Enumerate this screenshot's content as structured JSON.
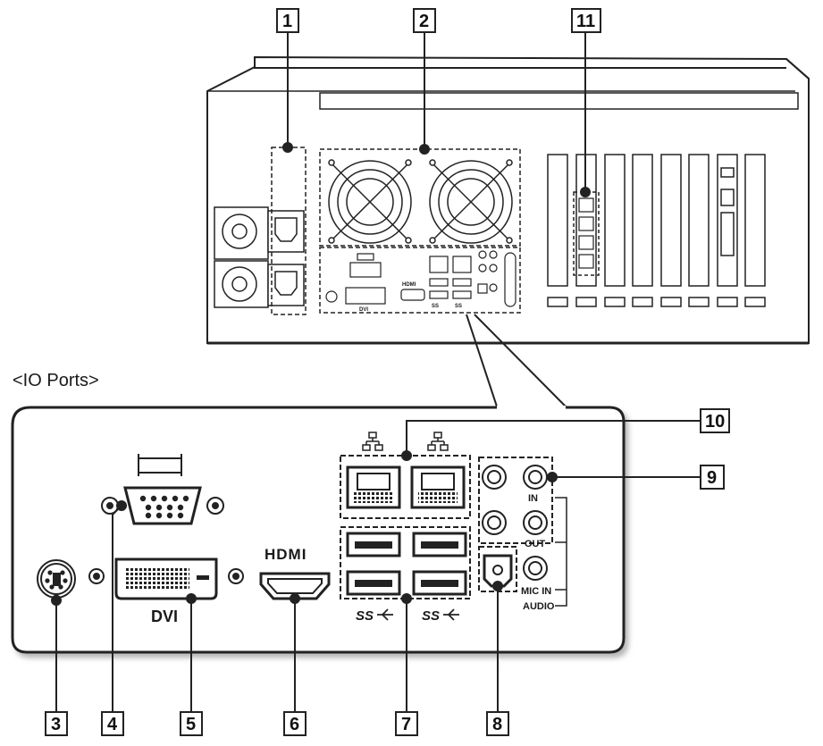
{
  "section_title": "<IO Ports>",
  "callouts": {
    "c1": "1",
    "c2": "2",
    "c3": "3",
    "c4": "4",
    "c5": "5",
    "c6": "6",
    "c7": "7",
    "c8": "8",
    "c9": "9",
    "c10": "10",
    "c11": "11"
  },
  "port_labels": {
    "dvi": "DVI",
    "hdmi_logo": "HDMI",
    "usb_logo_1": "SS",
    "usb_logo_2": "SS",
    "audio_in": "IN",
    "audio_out": "OUT",
    "mic_in": "MIC IN",
    "audio": "AUDIO"
  },
  "mini_labels": {
    "dvi": "DVI",
    "hdmi": "HDMI",
    "ss1": "SS",
    "ss2": "SS"
  },
  "colors": {
    "line": "#222222",
    "panel": "#ffffff",
    "shadow": "#9a9a9a"
  }
}
